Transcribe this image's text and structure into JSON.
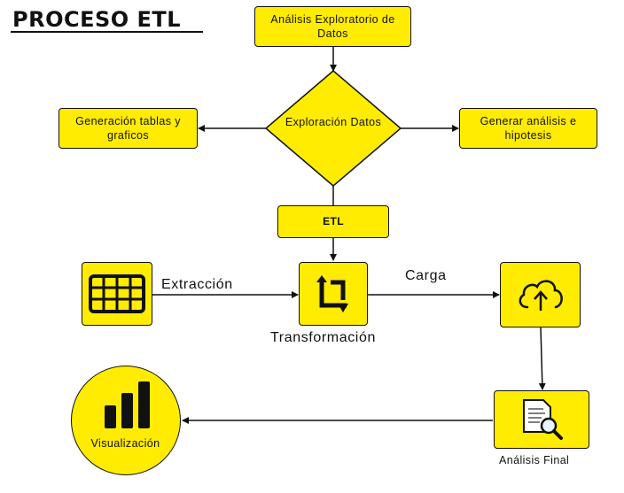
{
  "title": "PROCESO ETL",
  "nodes": {
    "analisis_exploratorio": "Análisis Exploratorio de Datos",
    "exploracion_datos": "Exploración Datos",
    "generacion_tablas": "Generación tablas y graficos",
    "generar_analisis": "Generar análisis e hipotesis",
    "etl": "ETL",
    "extraccion": "Extracción",
    "transformacion": "Transformación",
    "carga": "Carga",
    "analisis_final": "Análisis Final",
    "visualizacion": "Visualización"
  },
  "icons": {
    "extraccion": "table-grid-icon",
    "transformacion": "crop-rotate-icon",
    "carga": "cloud-upload-icon",
    "analisis_final": "document-search-icon",
    "visualizacion": "bar-chart-icon"
  },
  "colors": {
    "fill": "#ffec00",
    "stroke": "#111111"
  }
}
